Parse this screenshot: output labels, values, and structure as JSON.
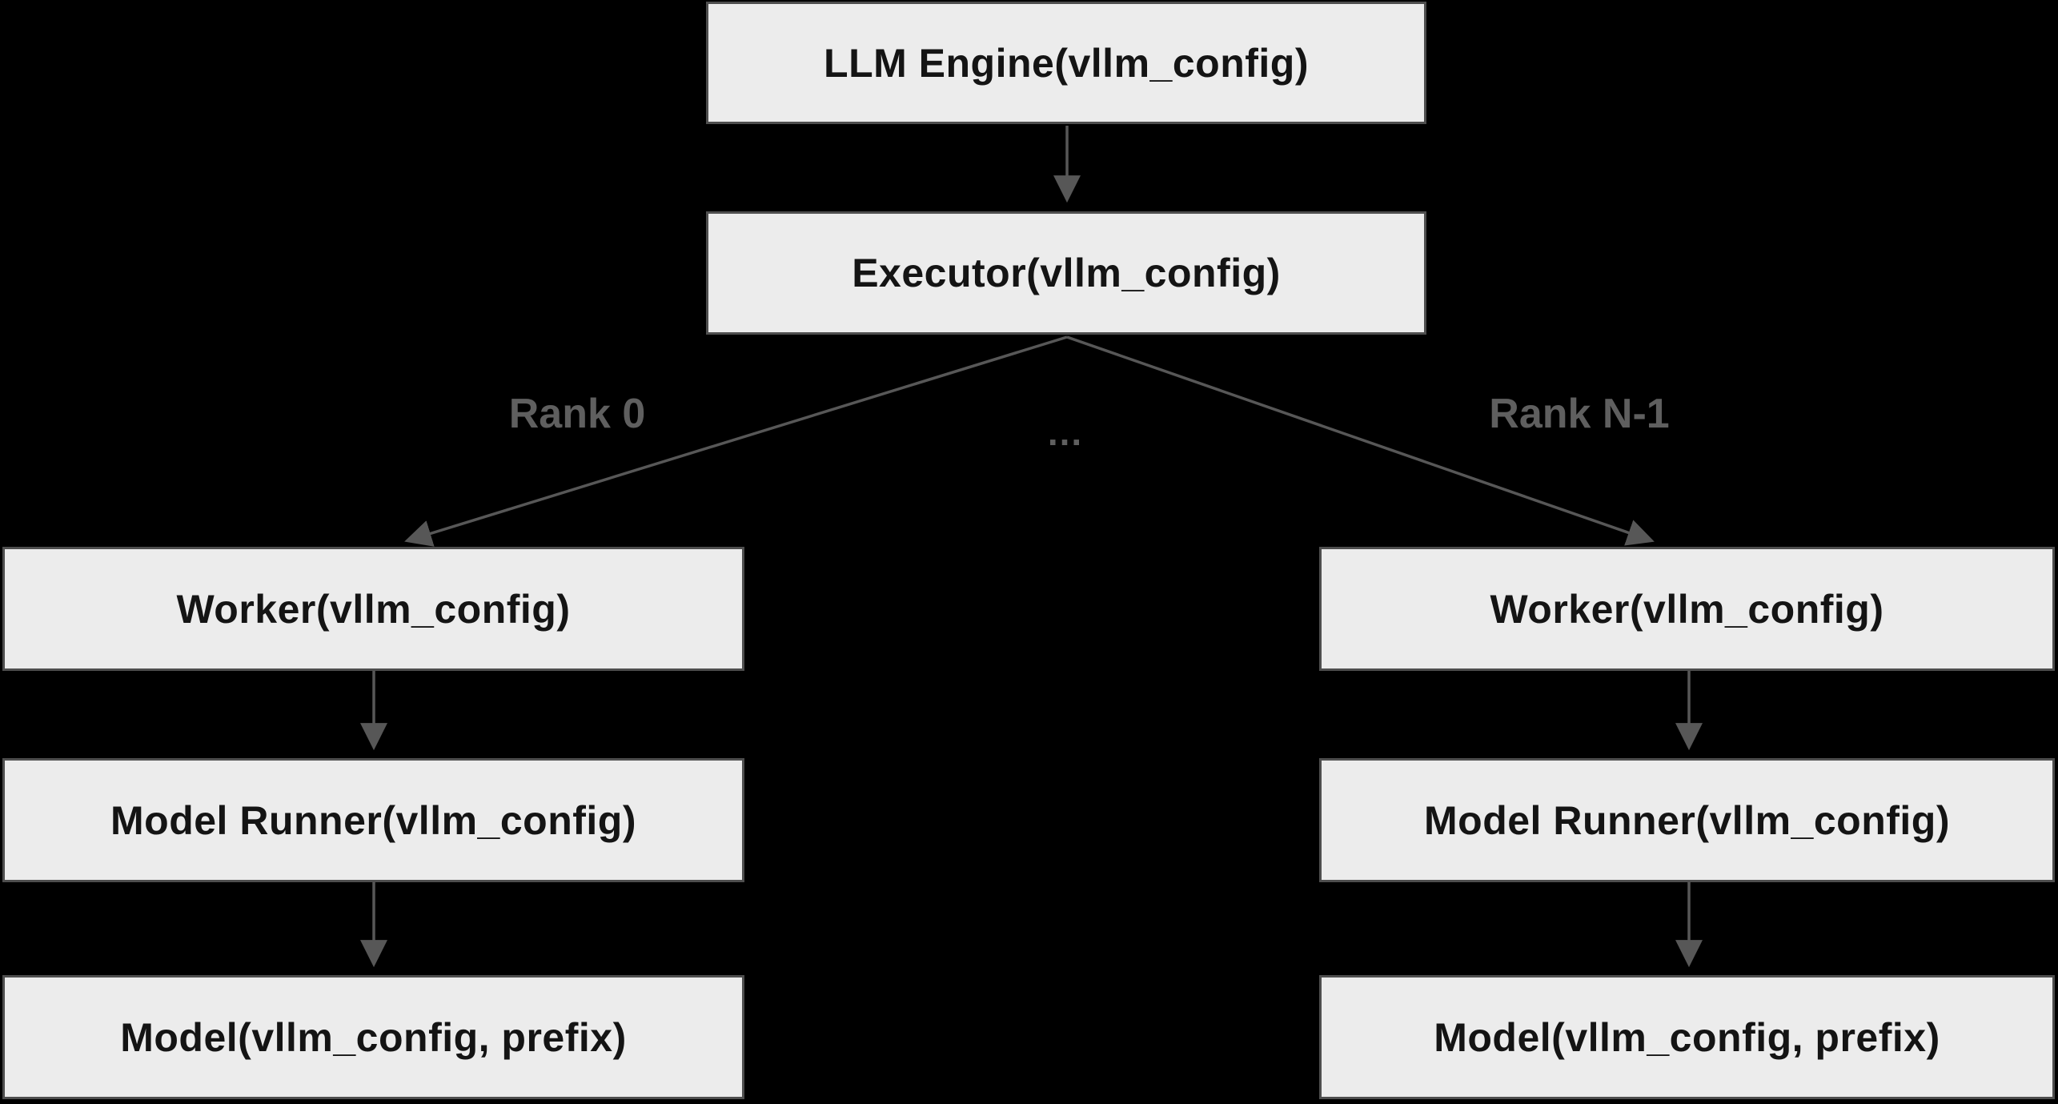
{
  "diagram": {
    "title_semantic": "vLLM engine-executor-worker architecture flowchart",
    "nodes": {
      "llm_engine": {
        "label": "LLM Engine(vllm_config)"
      },
      "executor": {
        "label": "Executor(vllm_config)"
      },
      "worker_rank0": {
        "label": "Worker(vllm_config)"
      },
      "model_runner_rank0": {
        "label": "Model Runner(vllm_config)"
      },
      "model_rank0": {
        "label": "Model(vllm_config, prefix)"
      },
      "worker_rankn": {
        "label": "Worker(vllm_config)"
      },
      "model_runner_rankn": {
        "label": "Model Runner(vllm_config)"
      },
      "model_rankn": {
        "label": "Model(vllm_config, prefix)"
      }
    },
    "edge_labels": {
      "rank0": "Rank 0",
      "ellipsis": "...",
      "rank_n_minus_1": "Rank N-1"
    },
    "colors": {
      "background": "#000000",
      "node_fill": "#ececec",
      "node_border": "#4e4e4e",
      "node_text": "#141414",
      "edge": "#575757",
      "edge_label_text": "#5f5f5f"
    }
  }
}
